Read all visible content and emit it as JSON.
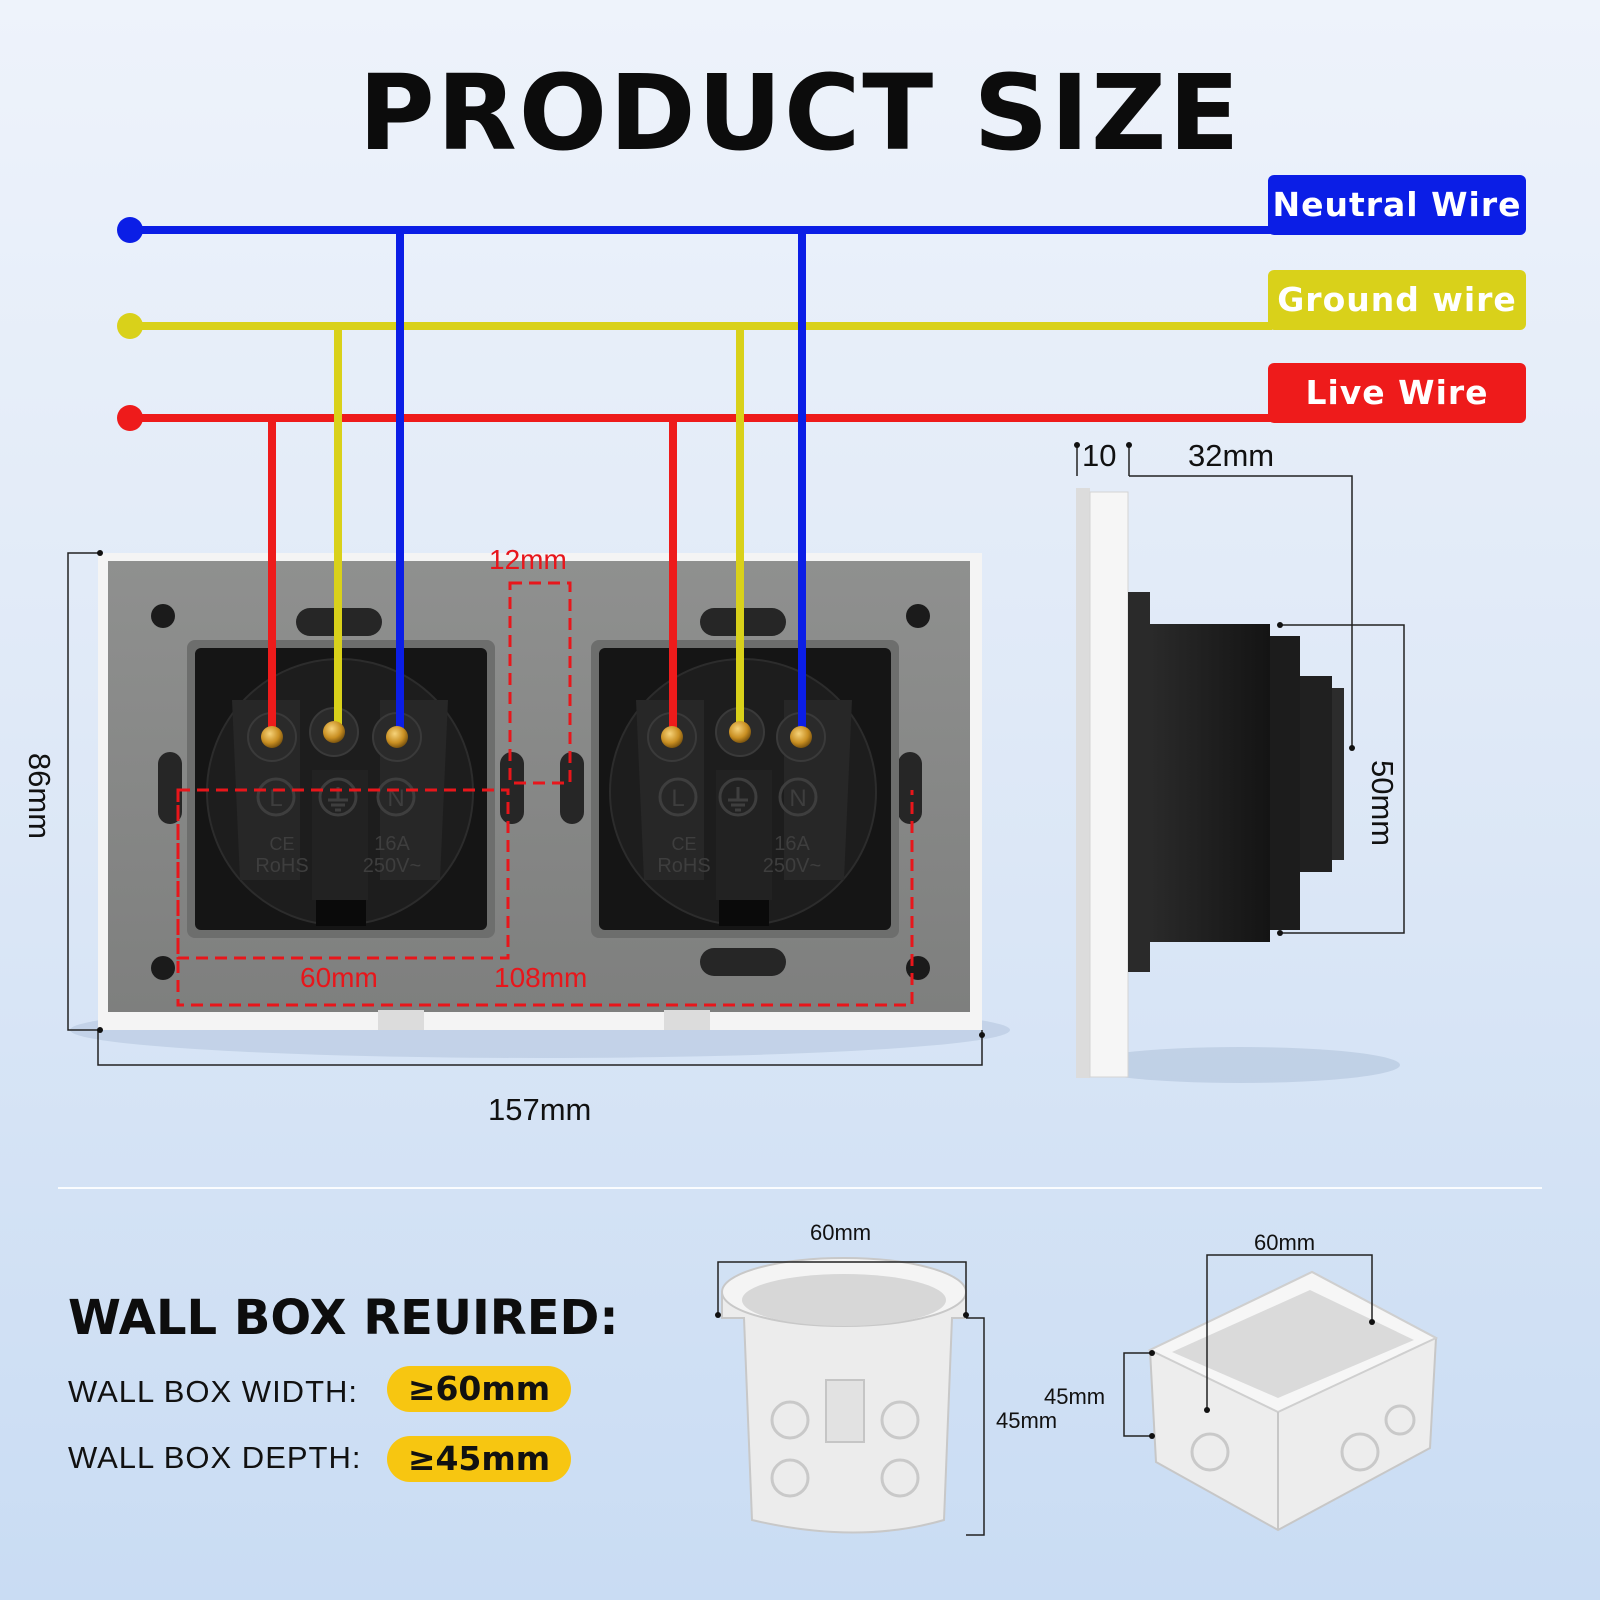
{
  "title": "PRODUCT SIZE",
  "colors": {
    "neutral": "#0b1ee6",
    "ground": "#d9d11a",
    "live": "#ee1b1b",
    "highlight": "#f7c611",
    "plate_gray": "#8a8b8a"
  },
  "wires": {
    "neutral": {
      "label": "Neutral Wire",
      "color": "#0b1ee6"
    },
    "ground": {
      "label": "Ground wire",
      "color": "#d9d11a"
    },
    "live": {
      "label": "Live Wire",
      "color": "#ee1b1b"
    }
  },
  "socket_markings": {
    "live": "L",
    "neutral": "N",
    "cert": "CE",
    "rohs": "RoHS",
    "rating_current": "16A",
    "rating_voltage": "250V~"
  },
  "dimensions": {
    "height": "86mm",
    "width": "157mm",
    "spacing": "12mm",
    "module_width": "60mm",
    "span": "108mm",
    "side_plate": "10",
    "side_depth": "32mm",
    "side_body": "50mm"
  },
  "wall_box": {
    "heading": "WALL BOX REUIRED:",
    "width_label": "WALL BOX WIDTH:",
    "width_value": "≥60mm",
    "depth_label": "WALL BOX DEPTH:",
    "depth_value": "≥45mm",
    "round_width": "60mm",
    "round_depth": "45mm",
    "square_width": "60mm",
    "square_depth": "45mm"
  }
}
